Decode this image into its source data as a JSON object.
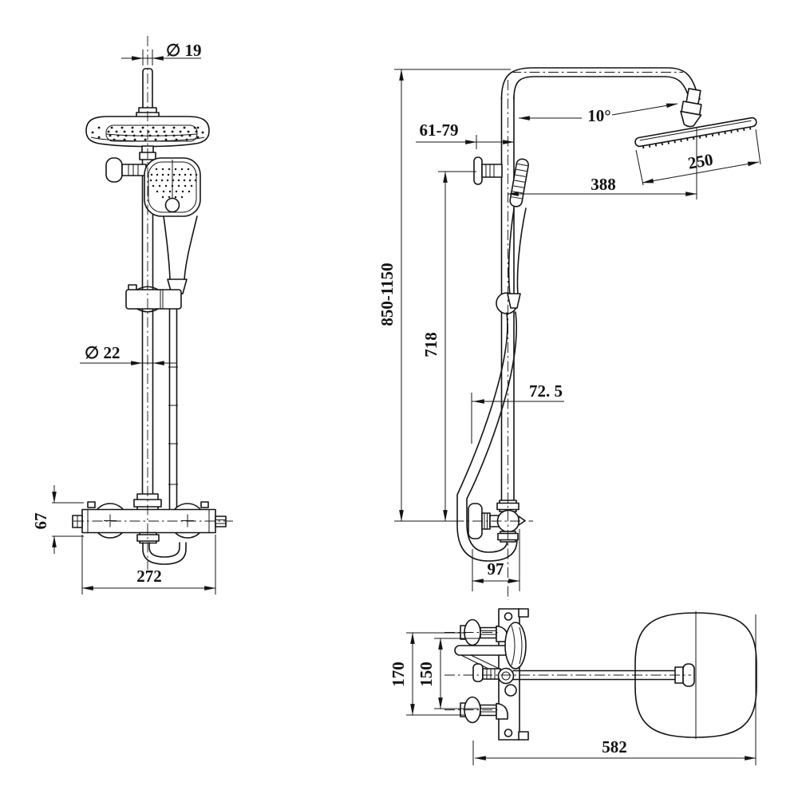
{
  "dimensions": {
    "front": {
      "head_pipe_diameter": "∅ 19",
      "rail_diameter": "∅ 22",
      "valve_height": "67",
      "valve_width": "272"
    },
    "side": {
      "height_range": "850-1150",
      "rail_to_valve_height": "718",
      "wall_offset_range": "61-79",
      "head_angle": "10°",
      "head_width": "250",
      "arm_reach": "388",
      "hose_clearance": "72. 5",
      "valve_depth": "97"
    },
    "top": {
      "outer_span": "170",
      "supply_centers": "150",
      "total_reach": "582"
    }
  }
}
